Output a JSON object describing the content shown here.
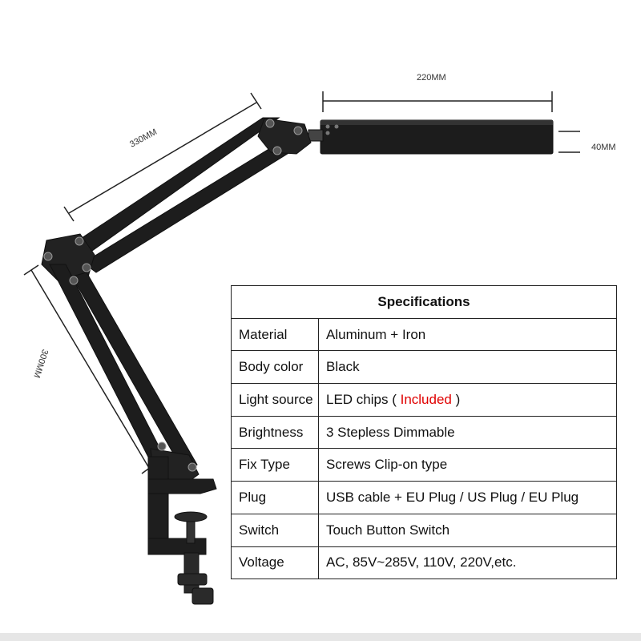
{
  "dimensions": {
    "head_length": "220MM",
    "head_height": "40MM",
    "upper_arm": "330MM",
    "lower_arm": "300MM"
  },
  "specs": {
    "title": "Specifications",
    "rows": [
      {
        "key": "Material",
        "value": "Aluminum + Iron"
      },
      {
        "key": "Body color",
        "value": "Black"
      },
      {
        "key": "Light source",
        "value_before": "LED chips ( ",
        "value_highlight": "Included",
        "value_after": " )"
      },
      {
        "key": "Brightness",
        "value": "3 Stepless Dimmable"
      },
      {
        "key": "Fix Type",
        "value": "Screws Clip-on type"
      },
      {
        "key": "Plug",
        "value": "USB cable + EU Plug / US Plug / EU Plug"
      },
      {
        "key": "Switch",
        "value": "Touch Button Switch"
      },
      {
        "key": "Voltage",
        "value": "AC, 85V~285V, 110V, 220V,etc."
      }
    ]
  },
  "colors": {
    "highlight": "#e00000",
    "lamp_body": "#1a1a1a",
    "dimension_line": "#222222"
  }
}
